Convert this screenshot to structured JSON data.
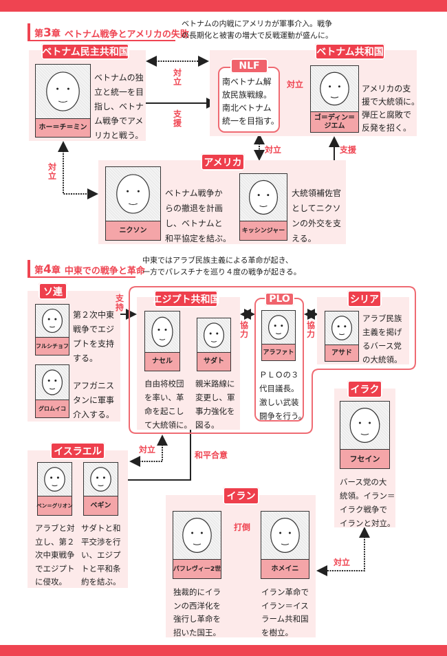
{
  "colors": {
    "accent": "#ef4451",
    "panel": "#fdeaea",
    "name_band": "#f4a5a8"
  },
  "chapter3": {
    "label": "第",
    "number": "3",
    "suffix": "章",
    "title": "ベトナム戦争とアメリカの失敗",
    "desc": [
      "ベトナムの内戦にアメリカが軍事介入。戦争",
      "の長期化と被害の増大で反戦運動が盛んに。"
    ],
    "north": {
      "tab": "ベトナム民主共和国",
      "person": "ホー＝チ＝ミン",
      "text": [
        "ベトナムの独",
        "立と統一を目",
        "指し、ベトナ",
        "ム戦争でアメ",
        "リカと戦う。"
      ]
    },
    "nlf": {
      "tab": "NLF",
      "text": [
        "南ベトナム解",
        "放民族戦線。",
        "南北ベトナム",
        "統一を目指す。"
      ]
    },
    "south": {
      "tab": "ベトナム共和国",
      "person": "ゴ＝ディン＝ジエム",
      "person_lines": [
        "ゴ＝ディン＝",
        "ジエム"
      ],
      "text": [
        "アメリカの支",
        "援で大統領に。",
        "弾圧と腐敗で",
        "反発を招く。"
      ]
    },
    "usa": {
      "tab": "アメリカ",
      "nixon": {
        "person": "ニクソン",
        "text": [
          "ベトナム戦争か",
          "らの撤退を計画",
          "し、ベトナムと",
          "和平協定を結ぶ。"
        ]
      },
      "kissinger": {
        "person": "キッシンジャー",
        "text": [
          "大統領補佐官",
          "としてニクソ",
          "ンの外交を支",
          "える。"
        ]
      }
    },
    "relations": {
      "north_south": "対立",
      "north_nlf": "支援",
      "nlf_south": "対立",
      "nlf_usa": "対立",
      "usa_south": "支援",
      "north_usa": "対立"
    }
  },
  "chapter4": {
    "label": "第",
    "number": "4",
    "suffix": "章",
    "title": "中東での戦争と革命",
    "desc": [
      "中東ではアラブ民族主義による革命が起き、",
      "一方でパレスチナを巡り４度の戦争が起きる。"
    ],
    "ussr": {
      "tab": "ソ連",
      "khrushchev": {
        "person": "フルシチョフ",
        "text": [
          "第２次中東",
          "戦争でエジ",
          "プトを支持",
          "する。"
        ]
      },
      "gromyko": {
        "person": "グロムイコ",
        "text": [
          "アフガニス",
          "タンに軍事",
          "介入する。"
        ]
      }
    },
    "egypt": {
      "tab": "エジプト共和国",
      "nasser": {
        "person": "ナセル",
        "text": [
          "自由将校団",
          "を率い、革",
          "命を起こし",
          "て大統領に。"
        ]
      },
      "sadat": {
        "person": "サダト",
        "text": [
          "親米路線に",
          "変更し、軍",
          "事力強化を",
          "図る。"
        ]
      }
    },
    "plo": {
      "tab": "PLO",
      "person": "アラファト",
      "text": [
        "ＰＬＯの３",
        "代目議長。",
        "激しい武装",
        "闘争を行う。"
      ]
    },
    "syria": {
      "tab": "シリア",
      "person": "アサド",
      "text": [
        "アラブ民族",
        "主義を掲げ",
        "るバース党",
        "の大統領。"
      ]
    },
    "iraq": {
      "tab": "イラク",
      "person": "フセイン",
      "text": [
        "バース党の大",
        "統領。イラン＝",
        "イラク戦争で",
        "イランと対立。"
      ]
    },
    "israel": {
      "tab": "イスラエル",
      "bengurion": {
        "person": "ベン＝グリオン",
        "text": [
          "アラブと対",
          "立し、第２",
          "次中東戦争",
          "でエジプト",
          "に侵攻。"
        ]
      },
      "begin": {
        "person": "ベギン",
        "text": [
          "サダトと和",
          "平交渉を行",
          "い、エジプ",
          "トと平和条",
          "約を結ぶ。"
        ]
      }
    },
    "iran": {
      "tab": "イラン",
      "pahlavi": {
        "person": "パフレヴィー2世",
        "text": [
          "独裁的にイラ",
          "ンの西洋化を",
          "強行し革命を",
          "招いた国王。"
        ]
      },
      "khomeini": {
        "person": "ホメイニ",
        "text": [
          "イラン革命で",
          "イラン＝イス",
          "ラーム共和国",
          "を樹立。"
        ]
      }
    },
    "relations": {
      "ussr_egypt": "支持",
      "egypt_plo": "協力",
      "plo_syria": "協力",
      "egypt_israel": "対立",
      "sadat_begin": "和平合意",
      "khomeini_pahlavi": "打倒",
      "iran_iraq": "対立"
    }
  }
}
